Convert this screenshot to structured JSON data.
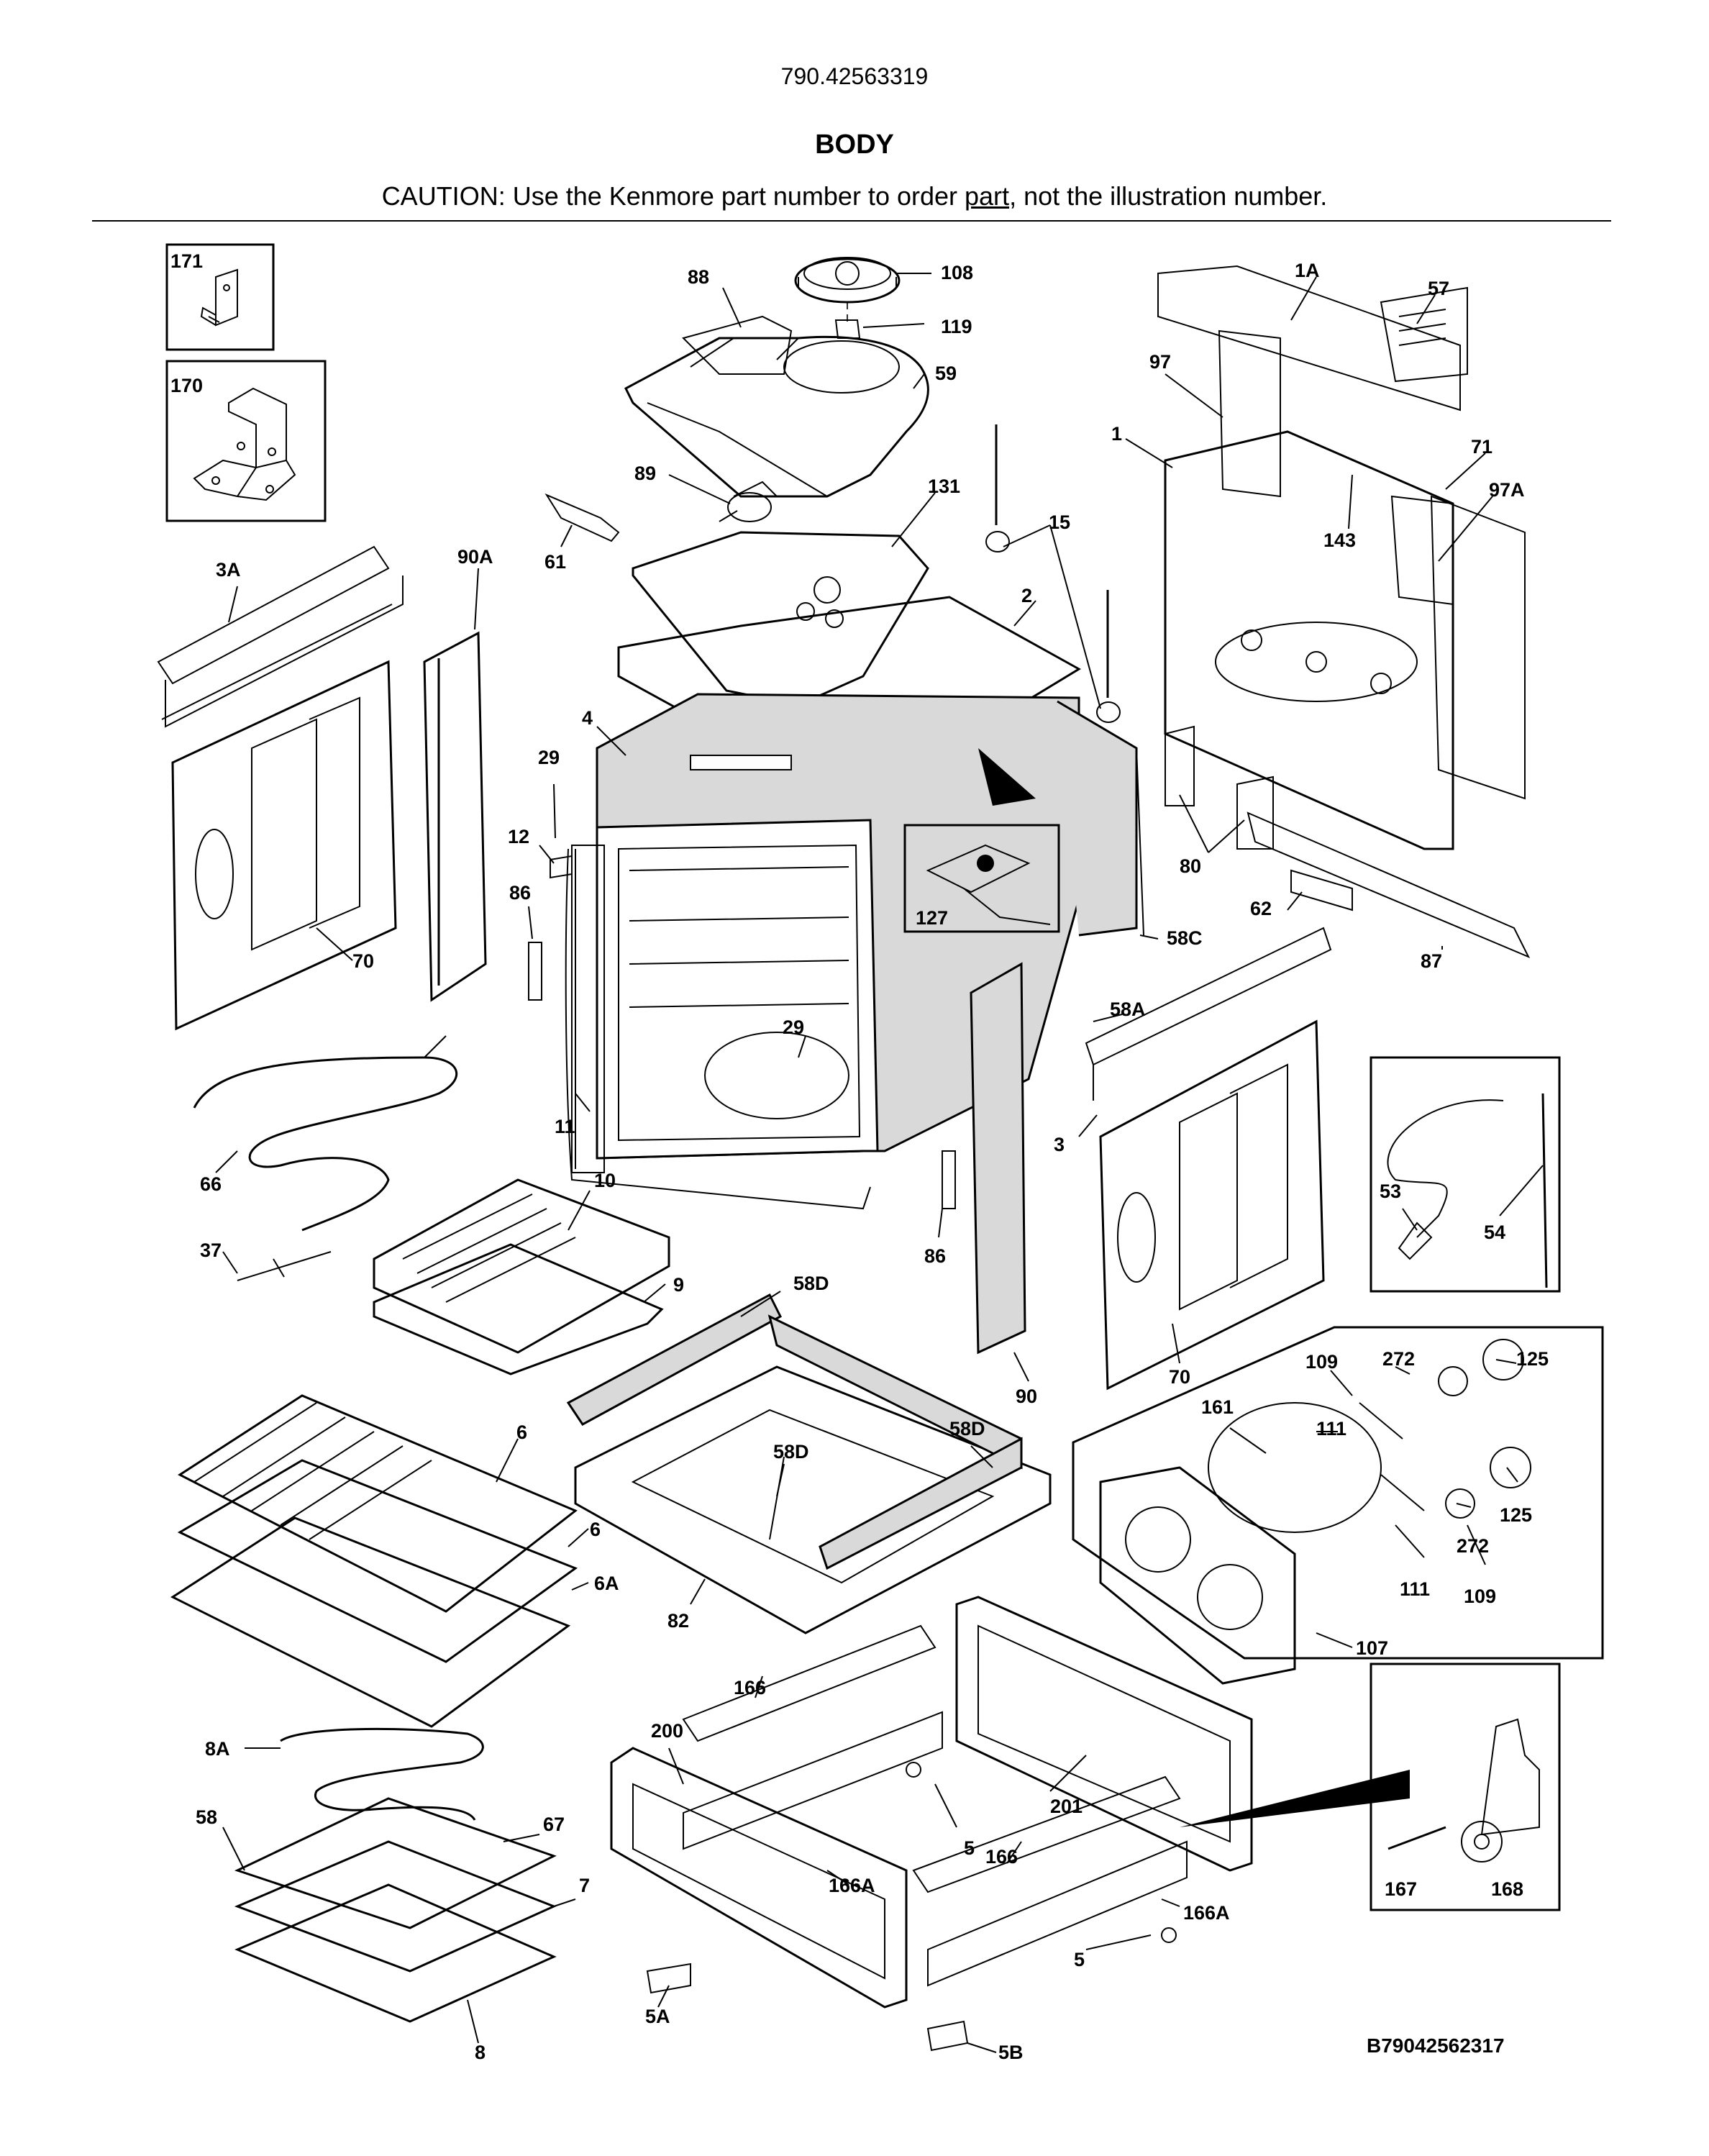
{
  "header": {
    "model_number": "790.42563319",
    "section_title": "BODY",
    "caution_prefix": "CAUTION: Use the Kenmore part number to order ",
    "caution_underlined": "part",
    "caution_suffix": ", not the illustration number."
  },
  "diagram_code": "B79042562317",
  "part_labels": {
    "p171": "171",
    "p170": "170",
    "p88": "88",
    "p108": "108",
    "p119": "119",
    "p59": "59",
    "p89": "89",
    "p131": "131",
    "p61": "61",
    "p3A": "3A",
    "p90A": "90A",
    "p1A": "1A",
    "p57": "57",
    "p97": "97",
    "p1": "1",
    "p71": "71",
    "p97A": "97A",
    "p143": "143",
    "p15": "15",
    "p2": "2",
    "p4": "4",
    "p29a": "29",
    "p12": "12",
    "p86a": "86",
    "p70a": "70",
    "p80": "80",
    "p62": "62",
    "p87": "87",
    "p127": "127",
    "p58C": "58C",
    "p58A": "58A",
    "p29b": "29",
    "p11": "11",
    "p66": "66",
    "p10": "10",
    "p37": "37",
    "p9": "9",
    "p86b": "86",
    "p3": "3",
    "p53": "53",
    "p54": "54",
    "p58Da": "58D",
    "p90": "90",
    "p70b": "70",
    "p58Db": "58D",
    "p58Dc": "58D",
    "p6a": "6",
    "p6b": "6",
    "p6A": "6A",
    "p82": "82",
    "p109a": "109",
    "p272a": "272",
    "p125a": "125",
    "p161": "161",
    "p111a": "111",
    "p125b": "125",
    "p272b": "272",
    "p111b": "111",
    "p109b": "109",
    "p107": "107",
    "p166a": "166",
    "p200": "200",
    "p201": "201",
    "p8A": "8A",
    "p166b": "166",
    "p5a": "5",
    "p58": "58",
    "p67": "67",
    "p7": "7",
    "p166Aa": "166A",
    "p166Ab": "166A",
    "p167": "167",
    "p168": "168",
    "p5b": "5",
    "p5A": "5A",
    "p8": "8",
    "p5B": "5B"
  }
}
